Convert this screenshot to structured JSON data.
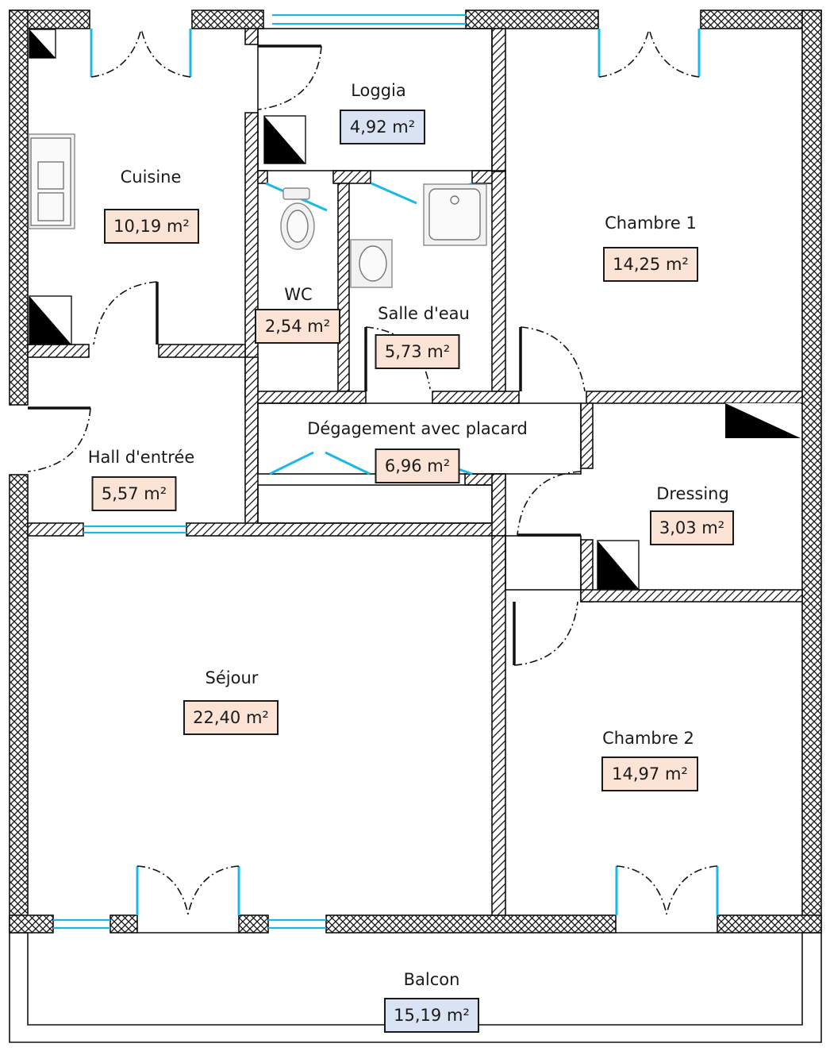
{
  "plan": {
    "title": "Floor plan",
    "colors": {
      "area_fill_default": "#fbe4d5",
      "area_fill_outdoor": "#dae3f3",
      "glass": "#1ab8e6",
      "wall_line": "#111111"
    },
    "rooms": [
      {
        "id": "cuisine",
        "name": "Cuisine",
        "area": "10,19 m²",
        "type": "indoor"
      },
      {
        "id": "loggia",
        "name": "Loggia",
        "area": "4,92 m²",
        "type": "outdoor"
      },
      {
        "id": "chambre1",
        "name": "Chambre 1",
        "area": "14,25 m²",
        "type": "indoor"
      },
      {
        "id": "wc",
        "name": "WC",
        "area": "2,54 m²",
        "type": "indoor"
      },
      {
        "id": "salle-deau",
        "name": "Salle d'eau",
        "area": "5,73 m²",
        "type": "indoor"
      },
      {
        "id": "hall",
        "name": "Hall d'entrée",
        "area": "5,57 m²",
        "type": "indoor"
      },
      {
        "id": "degagement",
        "name": "Dégagement avec placard",
        "area": "6,96 m²",
        "type": "indoor"
      },
      {
        "id": "dressing",
        "name": "Dressing",
        "area": "3,03 m²",
        "type": "indoor"
      },
      {
        "id": "sejour",
        "name": "Séjour",
        "area": "22,40 m²",
        "type": "indoor"
      },
      {
        "id": "chambre2",
        "name": "Chambre 2",
        "area": "14,97 m²",
        "type": "indoor"
      },
      {
        "id": "balcon",
        "name": "Balcon",
        "area": "15,19 m²",
        "type": "outdoor"
      }
    ]
  }
}
